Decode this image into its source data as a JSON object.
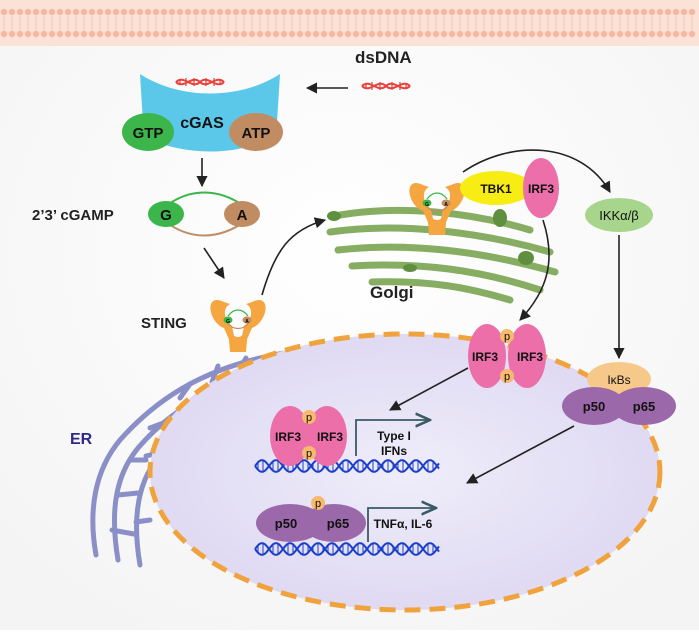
{
  "labels": {
    "dsdna": "dsDNA",
    "cgas": "cGAS",
    "gtp": "GTP",
    "atp": "ATP",
    "cgamp": "2’3’ cGAMP",
    "g": "G",
    "a": "A",
    "sting": "STING",
    "golgi": "Golgi",
    "tbk1": "TBK1",
    "irf3": "IRF3",
    "ikk": "IKKα/β",
    "ikbs": "IκBs",
    "p50": "p50",
    "p65": "p65",
    "p": "p",
    "er": "ER",
    "type1_line1": "Type I",
    "type1_line2": "IFNs",
    "tnf": "TNFα, IL-6"
  },
  "colors": {
    "membrane_band": "#fbe4d8",
    "cgas": "#5bc8ea",
    "gtp": "#3cb54a",
    "atp": "#c28c62",
    "sting": "#f5a640",
    "golgi": "#7da55a",
    "tbk1": "#f7ec13",
    "irf3": "#ec6fa9",
    "ikk": "#a8d58c",
    "ikbs": "#f6c98a",
    "p50_p65": "#9b68aa",
    "er": "#8a8fc8",
    "nucleus_fill": "#e6e2f6",
    "nucleus_border": "#f0a33d",
    "dna_blue": "#1b3fc8",
    "dna_red": "#e8403a"
  }
}
